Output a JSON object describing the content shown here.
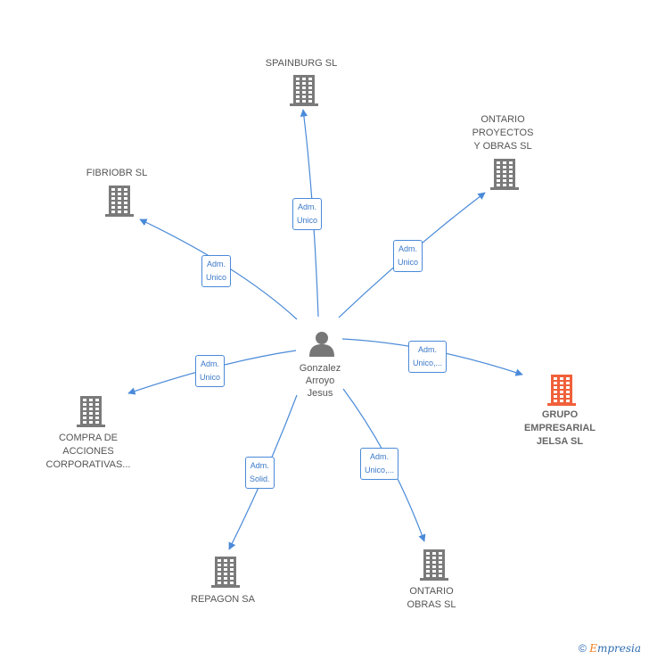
{
  "center": {
    "name_lines": [
      "Gonzalez",
      "Arroyo",
      "Jesus"
    ],
    "icon": "person-icon"
  },
  "nodes": [
    {
      "id": "spainburg",
      "lines": [
        "SPAINBURG  SL"
      ],
      "highlight": false
    },
    {
      "id": "ontario-proyectos",
      "lines": [
        "ONTARIO",
        "PROYECTOS",
        "Y OBRAS  SL"
      ],
      "highlight": false
    },
    {
      "id": "fibriobr",
      "lines": [
        "FIBRIOBR  SL"
      ],
      "highlight": false
    },
    {
      "id": "grupo-jelsa",
      "lines": [
        "GRUPO",
        "EMPRESARIAL",
        "JELSA  SL"
      ],
      "highlight": true
    },
    {
      "id": "compra-acciones",
      "lines": [
        "COMPRA DE",
        "ACCIONES",
        "CORPORATIVAS..."
      ],
      "highlight": false
    },
    {
      "id": "repagon",
      "lines": [
        "REPAGON SA"
      ],
      "highlight": false
    },
    {
      "id": "ontario-obras",
      "lines": [
        "ONTARIO",
        "OBRAS  SL"
      ],
      "highlight": false
    }
  ],
  "edges": [
    {
      "to": "spainburg",
      "label": [
        "Adm.",
        "Unico"
      ]
    },
    {
      "to": "ontario-proyectos",
      "label": [
        "Adm.",
        "Unico"
      ]
    },
    {
      "to": "fibriobr",
      "label": [
        "Adm.",
        "Unico"
      ]
    },
    {
      "to": "grupo-jelsa",
      "label": [
        "Adm.",
        "Unico,..."
      ]
    },
    {
      "to": "compra-acciones",
      "label": [
        "Adm.",
        "Unico"
      ]
    },
    {
      "to": "repagon",
      "label": [
        "Adm.",
        "Solid."
      ]
    },
    {
      "to": "ontario-obras",
      "label": [
        "Adm.",
        "Unico,..."
      ]
    }
  ],
  "colors": {
    "edge": "#4a8ad8",
    "building": "#7a7a7a",
    "highlight_building": "#f0603a",
    "person": "#777777"
  },
  "brand": {
    "copyright": "©",
    "initial": "E",
    "name": "mpresia"
  }
}
